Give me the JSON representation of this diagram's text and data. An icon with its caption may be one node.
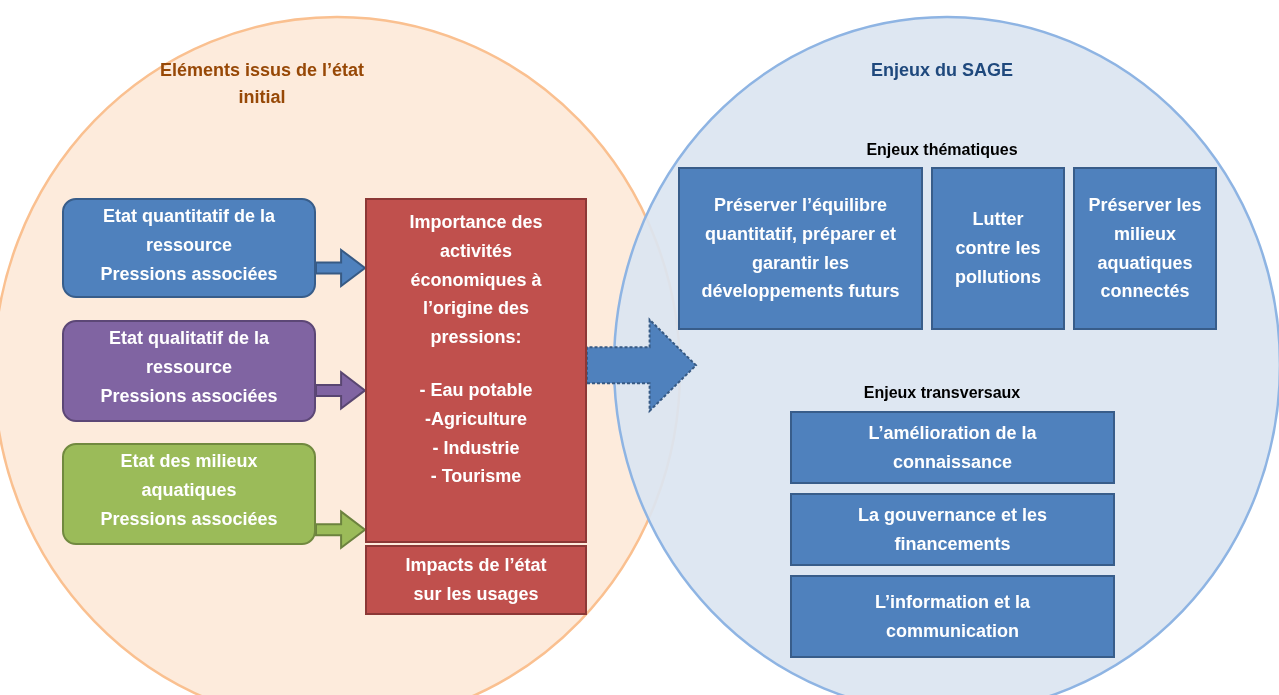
{
  "diagram": {
    "nodes": [
      {
        "text": [
          "Eléments issus de l’état initial"
        ]
      },
      {
        "text": [
          "Etat quantitatif de la ressource",
          "Pressions associées"
        ],
        "in": 0
      },
      {
        "text": [
          "Etat qualitatif de la ressource",
          "Pressions associées"
        ],
        "in": 0
      },
      {
        "text": [
          "Etat des milieux aquatiques",
          "Pressions associées"
        ],
        "in": 0
      },
      {
        "text": [
          "Importance des activités économiques à l’origine des pressions:",
          "- Eau potable",
          "-Agriculture",
          "- Industrie",
          "- Tourisme"
        ],
        "in": 0
      },
      {
        "text": [
          "Impacts de l’état sur les usages"
        ],
        "in": 0
      },
      {
        "text": [
          "Enjeux du SAGE",
          "Enjeux thématiques",
          "Enjeux transversaux"
        ]
      },
      {
        "text": [
          "Préserver l’équilibre quantitatif, préparer et garantir les développements futurs"
        ],
        "in": 6
      },
      {
        "text": [
          "Lutter contre les pollutions"
        ],
        "in": 6
      },
      {
        "text": [
          "Préserver les milieux aquatiques connectés"
        ],
        "in": 6
      },
      {
        "text": [
          "L’amélioration de la connaissance"
        ],
        "in": 6
      },
      {
        "text": [
          "La gouvernance et les financements"
        ],
        "in": 6
      },
      {
        "text": [
          "L’information et la communication"
        ],
        "in": 6
      }
    ],
    "edges": [
      {
        "from": 1,
        "to": 4,
        "arrow": "to",
        "color": "#4f81bd"
      },
      {
        "from": 2,
        "to": 4,
        "arrow": "to",
        "color": "#8064a2"
      },
      {
        "from": 3,
        "to": 4,
        "arrow": "to",
        "color": "#9bbb59"
      },
      {
        "from": 4,
        "to": 6,
        "arrow": "to",
        "style": "dashed",
        "color": "#4f81bd"
      }
    ]
  }
}
